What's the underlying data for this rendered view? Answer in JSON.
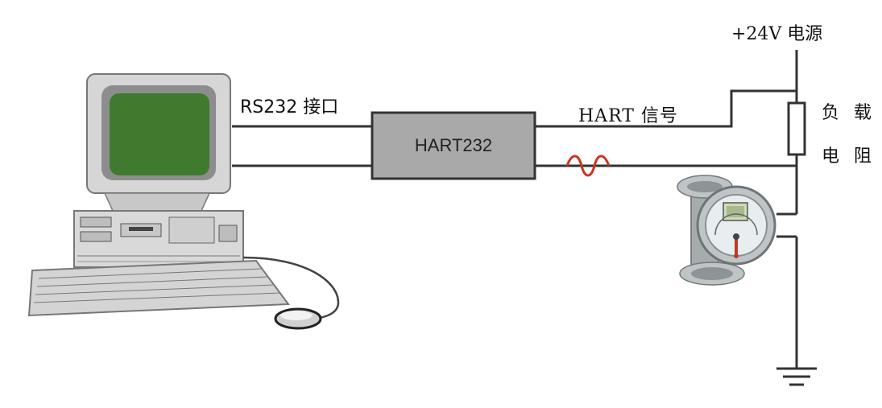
{
  "labels": {
    "rs232": "RS232 接口",
    "hart_signal": "HART 信号",
    "power": "+24V 电源",
    "load_line1": "负载",
    "load_line2": "电阻",
    "converter": "HART232"
  },
  "colors": {
    "wire": "#333333",
    "converter_fill": "#a9a9a9",
    "screen": "#3f7a2e",
    "signal_wave": "#cc3322",
    "device_body": "#bfc4c7"
  },
  "icons": {
    "computer": "desktop-computer-icon",
    "mouse": "mouse-icon",
    "flowmeter": "flowmeter-icon",
    "ground": "ground-icon",
    "resistor": "resistor-icon",
    "wave": "sine-wave-icon"
  }
}
